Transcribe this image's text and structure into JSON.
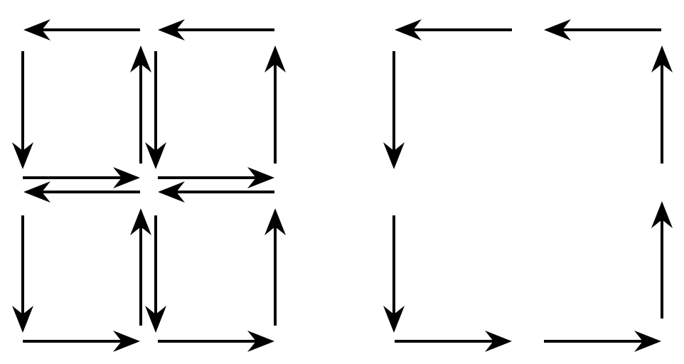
{
  "colors": {
    "background": "#ffffff",
    "arrow": "#000000"
  },
  "panels": [
    {
      "id": "left",
      "description_edges": [
        {
          "edge": "top-row-left-cell",
          "direction": "left"
        },
        {
          "edge": "top-row-right-cell",
          "direction": "left"
        },
        {
          "edge": "upper-left-side",
          "direction": "down"
        },
        {
          "edge": "upper-center-a",
          "direction": "up"
        },
        {
          "edge": "upper-center-b",
          "direction": "down"
        },
        {
          "edge": "upper-right-side",
          "direction": "up"
        },
        {
          "edge": "middle-left-cell-a",
          "direction": "right"
        },
        {
          "edge": "middle-right-cell-a",
          "direction": "right"
        },
        {
          "edge": "middle-left-cell-b",
          "direction": "left"
        },
        {
          "edge": "middle-right-cell-b",
          "direction": "left"
        },
        {
          "edge": "lower-left-side",
          "direction": "down"
        },
        {
          "edge": "lower-center-a",
          "direction": "up"
        },
        {
          "edge": "lower-center-b",
          "direction": "down"
        },
        {
          "edge": "lower-right-side",
          "direction": "up"
        },
        {
          "edge": "bottom-row-left-cell",
          "direction": "right"
        },
        {
          "edge": "bottom-row-right-cell",
          "direction": "right"
        }
      ]
    },
    {
      "id": "right",
      "description_edges": [
        {
          "edge": "top-row-left-cell",
          "direction": "left"
        },
        {
          "edge": "top-row-right-cell",
          "direction": "left"
        },
        {
          "edge": "upper-left-side",
          "direction": "down"
        },
        {
          "edge": "upper-right-side",
          "direction": "up"
        },
        {
          "edge": "lower-left-side",
          "direction": "down"
        },
        {
          "edge": "lower-right-side",
          "direction": "up"
        },
        {
          "edge": "bottom-row-left-cell",
          "direction": "right"
        },
        {
          "edge": "bottom-row-right-cell",
          "direction": "right"
        }
      ]
    }
  ]
}
